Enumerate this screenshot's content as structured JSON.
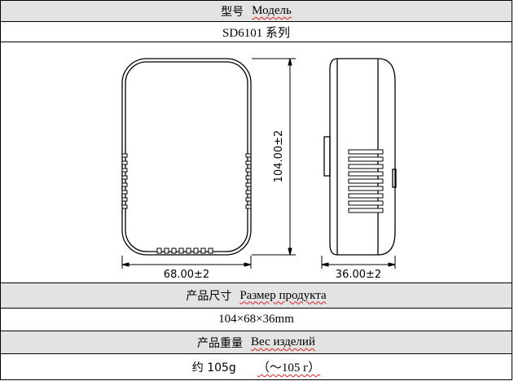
{
  "header": {
    "model_cn": "型号",
    "model_ru": "Модель"
  },
  "series": {
    "text": "SD6101 系列"
  },
  "drawing": {
    "width_dim": "68.00±2",
    "height_dim": "104.00±2",
    "depth_dim": "36.00±2"
  },
  "size": {
    "label_cn": "产品尺寸",
    "label_ru": "Размер продукта",
    "value": "104×68×36mm"
  },
  "weight": {
    "label_cn": "产品重量",
    "label_ru": "Вес изделий",
    "value_cn": "约 105g",
    "value_ru": "（～105 г）"
  }
}
